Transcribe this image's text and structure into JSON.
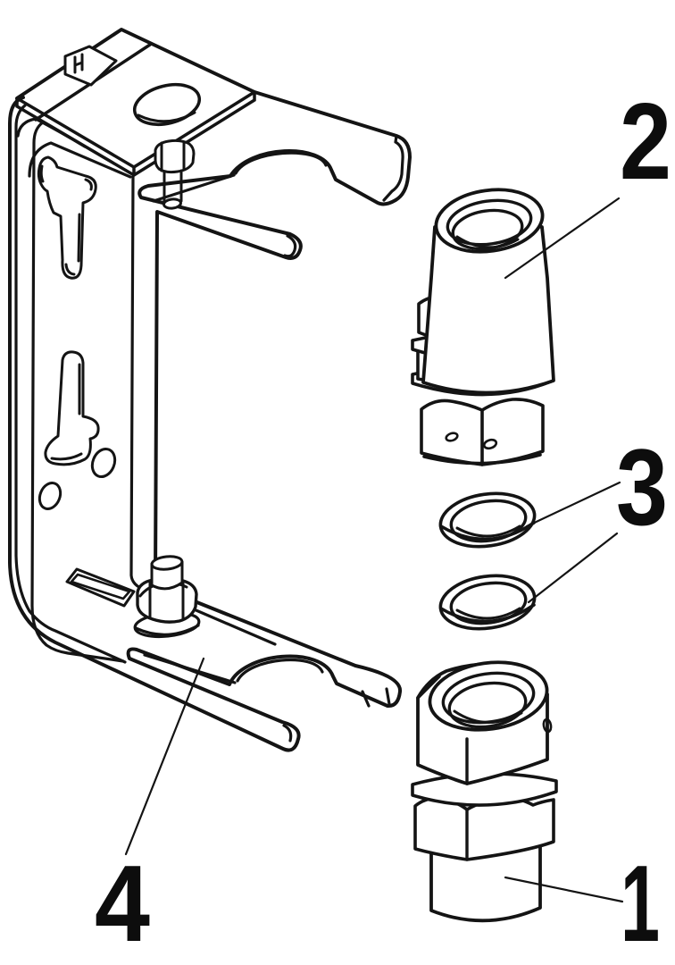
{
  "diagram": {
    "background_color": "#ffffff",
    "line_color": "#141414",
    "callouts": {
      "upper_fitting": "2",
      "washers": "3",
      "bracket": "4",
      "lower_fitting": "1"
    }
  }
}
